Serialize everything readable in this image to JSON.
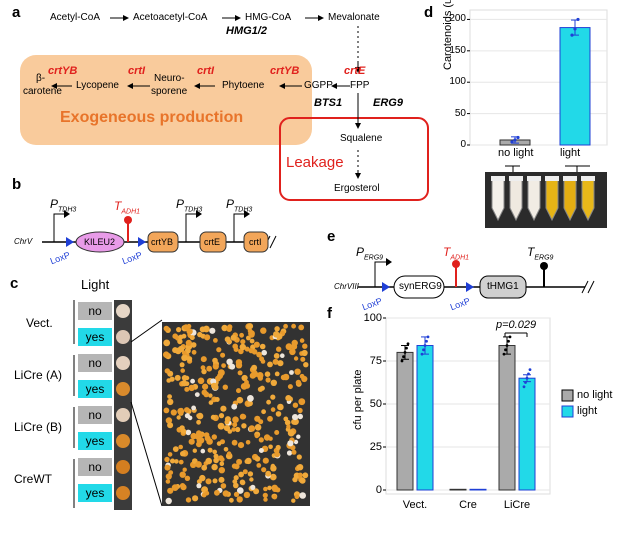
{
  "figure": {
    "panel_labels": [
      "a",
      "b",
      "c",
      "d",
      "e",
      "f"
    ],
    "panel_a": {
      "pathway": [
        "Acetyl-CoA",
        "Acetoacetyl-CoA",
        "HMG-CoA",
        "Mevalonate"
      ],
      "enzyme_hmg": "HMG1/2",
      "fpp": "FPP",
      "ggpp": "GGPP",
      "enzyme_crte": "crtE",
      "enzyme_bts1": "BTS1",
      "enzyme_erg9": "ERG9",
      "carotenoid": [
        "β-carotene",
        "Lycopene",
        "Neuro-sporene",
        "Phytoene"
      ],
      "carotenoid_lines": {
        "beta1": "β-",
        "beta2": "carotene",
        "neuro1": "Neuro-",
        "neuro2": "sporene"
      },
      "enzymes_red": [
        "crtYB",
        "crtI",
        "crtI",
        "crtYB"
      ],
      "exogenous_label": "Exogeneous production",
      "leakage_label": "Leakage",
      "squalene": "Squalene",
      "ergosterol": "Ergosterol",
      "colors": {
        "exogenous_fill": "#f9cb9c",
        "exogenous_text": "#e8742a",
        "leakage": "#e0211d"
      }
    },
    "panel_b": {
      "chromosome": "ChrV",
      "promoter": "P",
      "promoter_sub": "TDH3",
      "terminator": "T",
      "terminator_sub": "ADH1",
      "loxp": "LoxP",
      "genes": [
        "KILEU2",
        "crtYB",
        "crtE",
        "crtI"
      ],
      "colors": {
        "kileu2": "#e89be8",
        "crt": "#f2a65a",
        "lox": "#1f3fd6"
      }
    },
    "panel_c": {
      "column_header": "Light",
      "groups": [
        {
          "label": "Vect.",
          "rows": [
            "no",
            "yes"
          ]
        },
        {
          "label": "LiCre (A)",
          "rows": [
            "no",
            "yes"
          ]
        },
        {
          "label": "LiCre (B)",
          "rows": [
            "no",
            "yes"
          ]
        },
        {
          "label": "CreWT",
          "rows": [
            "no",
            "yes"
          ]
        }
      ],
      "spot_colors": [
        "#e6d6c6",
        "#dcc6b4",
        "#e4d0be",
        "#d88a2c",
        "#e2cdb8",
        "#d98a2a",
        "#d47e20",
        "#d68224"
      ],
      "colors": {
        "no": "#b5b5b5",
        "yes": "#22d9e8"
      }
    },
    "panel_d": {
      "ylabel": "Carotenoids (ug/g)",
      "ticks": [
        "0",
        "50",
        "100",
        "150",
        "200"
      ],
      "categories": [
        "no light",
        "light"
      ]
    },
    "panel_e": {
      "chromosome": "ChrVIII",
      "promoter": "P",
      "promoter_sub": "ERG9",
      "terminator1": "T",
      "terminator1_sub": "ADH1",
      "terminator2": "T",
      "terminator2_sub": "ERG9",
      "loxp": "LoxP",
      "genes": [
        "synERG9",
        "tHMG1"
      ]
    },
    "panel_f": {
      "ylabel": "cfu per plate",
      "ticks": [
        "0",
        "25",
        "50",
        "75",
        "100"
      ],
      "categories": [
        "Vect.",
        "Cre",
        "LiCre"
      ],
      "pvalue": "p=0.029",
      "legend": [
        "no light",
        "light"
      ]
    }
  },
  "chart_data": [
    {
      "type": "bar",
      "panel": "d",
      "categories": [
        "no light",
        "light"
      ],
      "values": [
        8,
        187
      ],
      "errors": [
        5,
        12
      ],
      "ylabel": "Carotenoids (ug/g)",
      "ylim": [
        0,
        215
      ],
      "colors": [
        "#aaaaaa",
        "#22d9e8"
      ],
      "points": [
        [
          5,
          8,
          12
        ],
        [
          175,
          185,
          200
        ]
      ]
    },
    {
      "type": "bar",
      "panel": "f",
      "categories": [
        "Vect.",
        "Cre",
        "LiCre"
      ],
      "series": [
        {
          "name": "no light",
          "values": [
            80,
            0,
            84
          ],
          "errors": [
            4,
            0,
            5
          ],
          "color": "#aaaaaa"
        },
        {
          "name": "light",
          "values": [
            84,
            0,
            65
          ],
          "errors": [
            5,
            0,
            2
          ],
          "color": "#22d9e8"
        }
      ],
      "ylabel": "cfu per plate",
      "ylim": [
        0,
        100
      ],
      "annotations": [
        "p=0.029"
      ],
      "legend": "right"
    }
  ]
}
